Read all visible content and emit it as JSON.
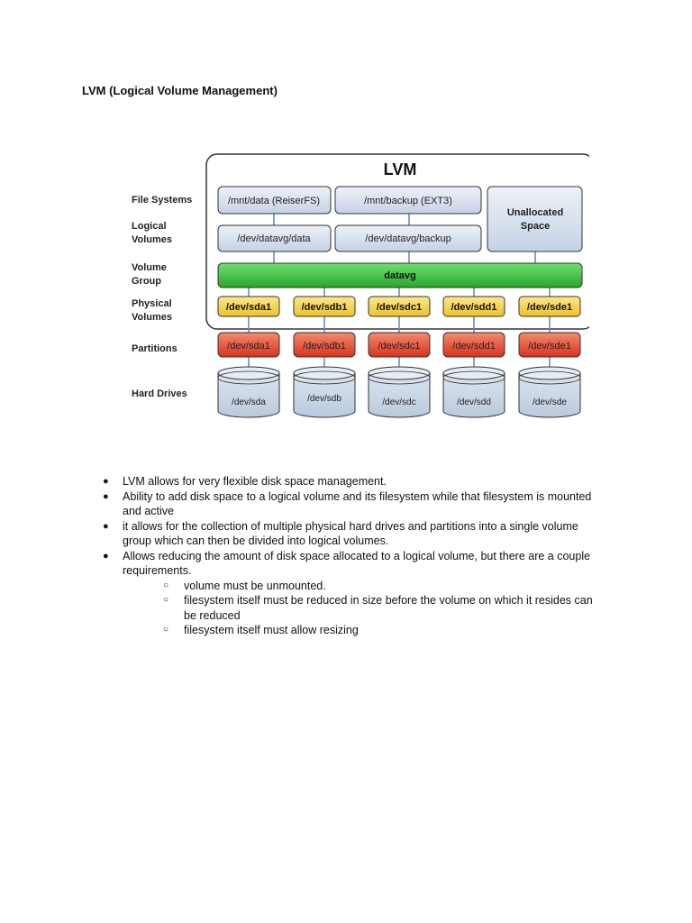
{
  "title": "LVM (Logical Volume Management)",
  "diagram": {
    "lvm_label": "LVM",
    "row_labels": {
      "file_systems": "File Systems",
      "logical_volumes_1": "Logical",
      "logical_volumes_2": "Volumes",
      "volume_group_1": "Volume",
      "volume_group_2": "Group",
      "physical_volumes_1": "Physical",
      "physical_volumes_2": "Volumes",
      "partitions": "Partitions",
      "hard_drives": "Hard Drives"
    },
    "filesystems": [
      "/mnt/data (ReiserFS)",
      "/mnt/backup (EXT3)"
    ],
    "unallocated_1": "Unallocated",
    "unallocated_2": "Space",
    "logical_volumes": [
      "/dev/datavg/data",
      "/dev/datavg/backup"
    ],
    "volume_group": "datavg",
    "physical_volumes": [
      "/dev/sda1",
      "/dev/sdb1",
      "/dev/sdc1",
      "/dev/sdd1",
      "/dev/sde1"
    ],
    "partitions": [
      "/dev/sda1",
      "/dev/sdb1",
      "/dev/sdc1",
      "/dev/sdd1",
      "/dev/sde1"
    ],
    "drives": [
      "/dev/sda",
      "/dev/sdb",
      "/dev/sdc",
      "/dev/sdd",
      "/dev/sde"
    ],
    "colors": {
      "fs_fill": "#d6e0ee",
      "vg_fill": "#3cc13c",
      "pv_fill": "#f4d23c",
      "part_fill": "#e8482e",
      "drive_fill": "#cfdbe8",
      "connector": "#5a86c2"
    }
  },
  "notes": [
    {
      "text": "LVM allows for very flexible disk space management."
    },
    {
      "text": "Ability to add disk space to a logical volume and its filesystem while that filesystem is mounted and active"
    },
    {
      "text": "it allows for the collection of multiple physical hard drives and partitions into a single volume group which can then be divided into logical volumes."
    },
    {
      "text": "Allows reducing the amount of disk space allocated to a logical volume, but there are a couple requirements."
    }
  ],
  "subnotes": [
    {
      "text": "volume must be unmounted."
    },
    {
      "text": "filesystem itself must be reduced in size before the volume on which it resides can be reduced"
    },
    {
      "text": "filesystem itself must allow resizing"
    }
  ],
  "bullets": {
    "main": "●",
    "sub": "○"
  }
}
